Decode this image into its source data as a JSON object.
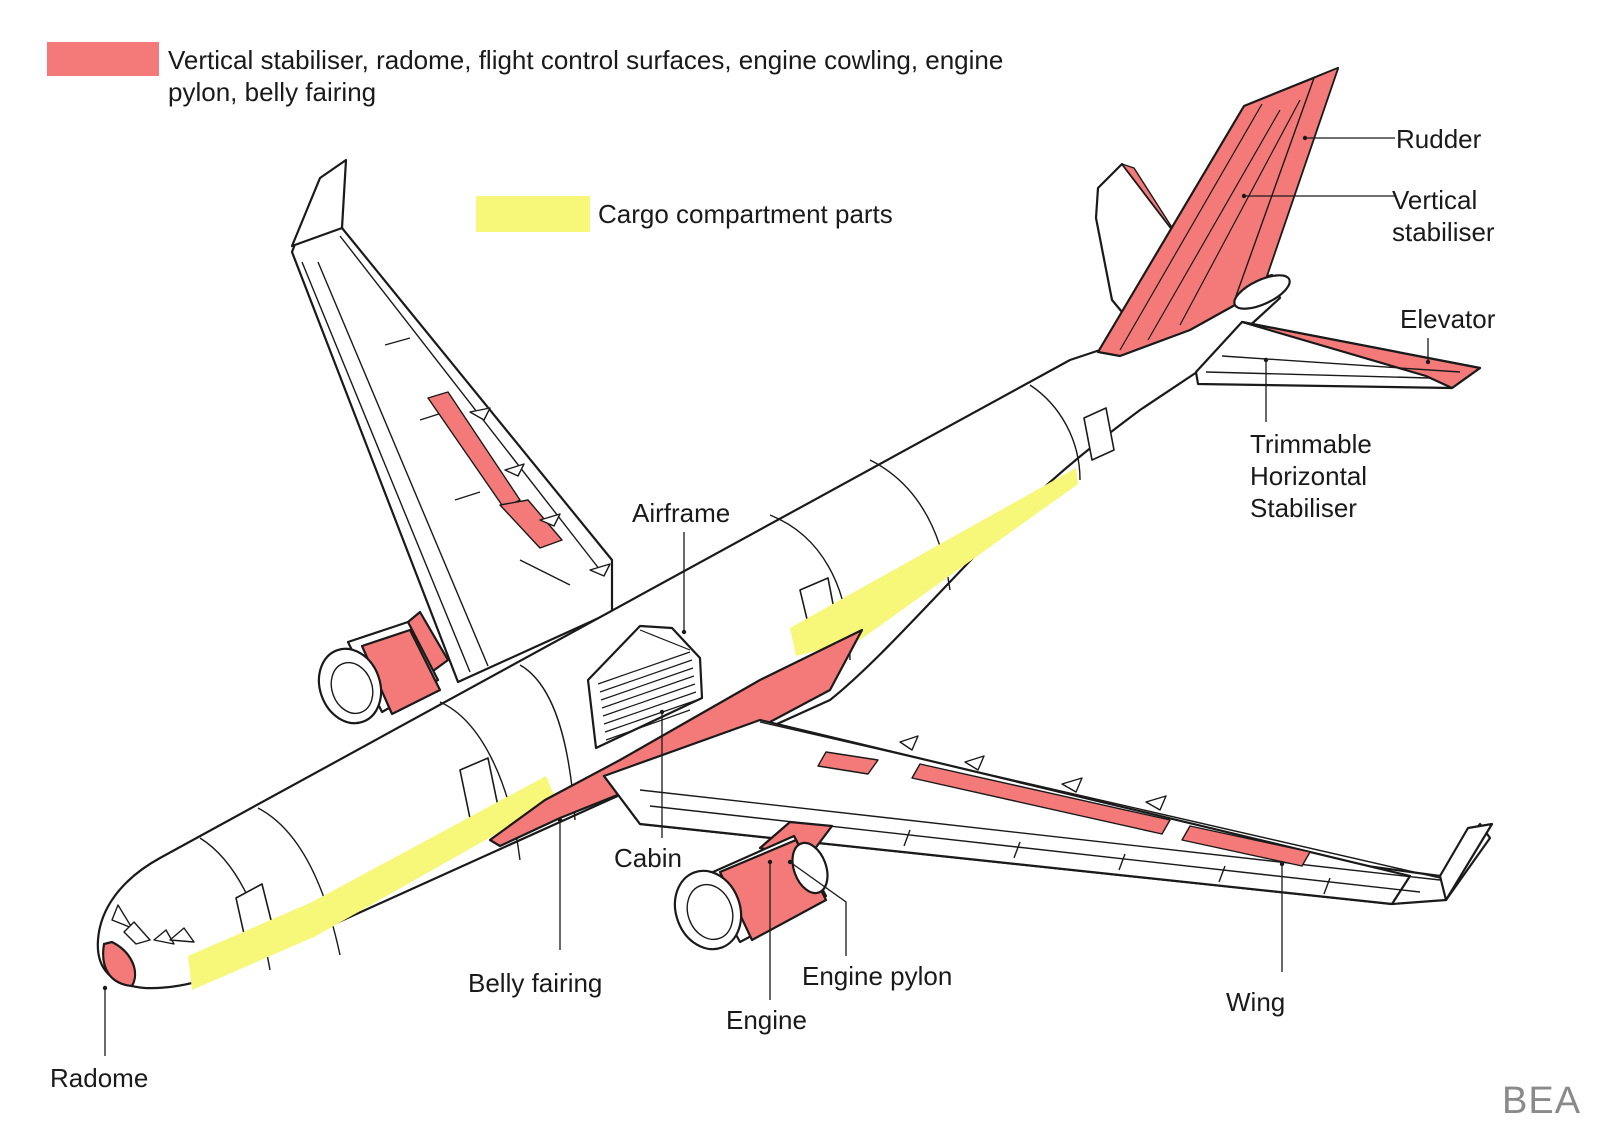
{
  "colors": {
    "structural": "#f47a7a",
    "cargo": "#f7f77a",
    "outline": "#1a1a1a",
    "fill": "#ffffff"
  },
  "legend": {
    "structural": "Vertical stabiliser, radome, flight control surfaces, engine cowling, engine\npylon, belly fairing",
    "cargo": "Cargo compartment parts"
  },
  "labels": {
    "rudder": "Rudder",
    "vertical_stabiliser": "Vertical\nstabiliser",
    "elevator": "Elevator",
    "trimmable_horizontal_stabiliser": "Trimmable\nHorizontal\nStabiliser",
    "airframe": "Airframe",
    "cabin": "Cabin",
    "belly_fairing": "Belly fairing",
    "engine_pylon": "Engine pylon",
    "engine": "Engine",
    "wing": "Wing",
    "radome": "Radome"
  },
  "brand": "BEA"
}
